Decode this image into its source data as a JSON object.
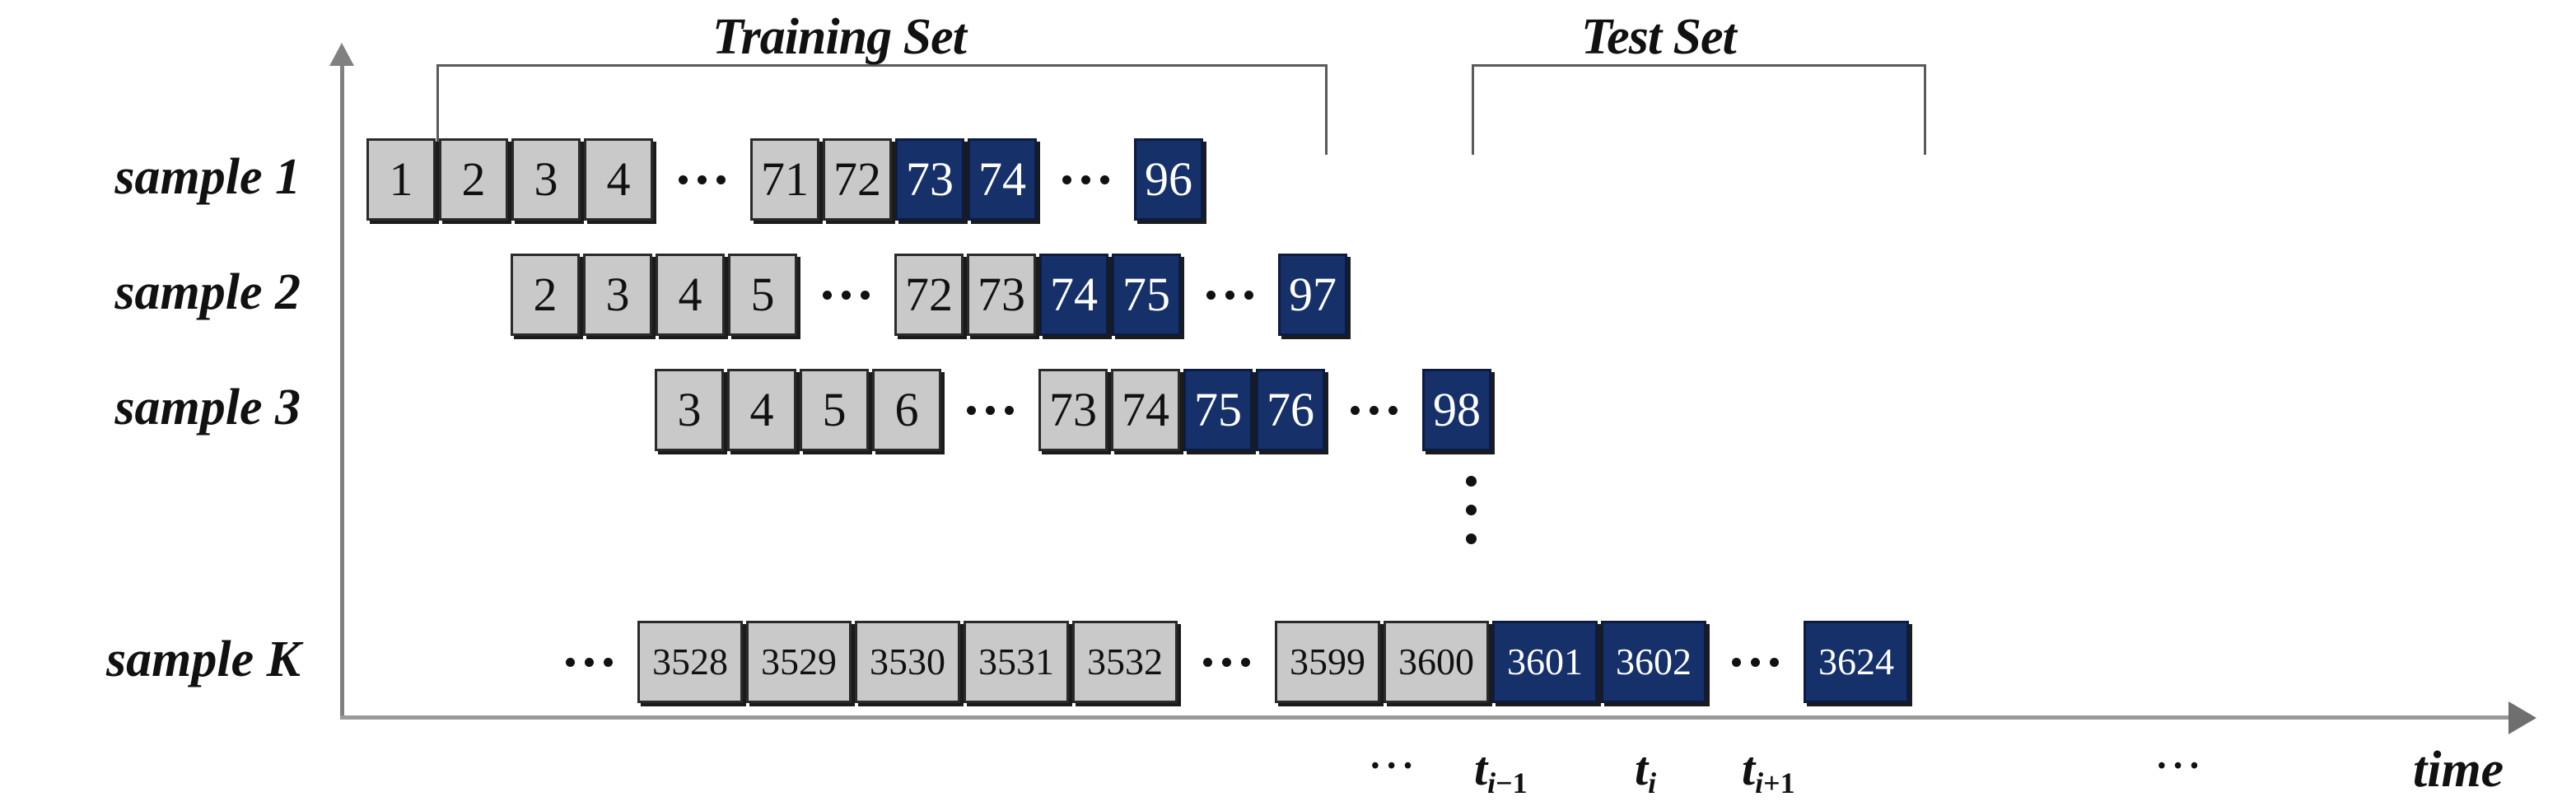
{
  "figure": {
    "axis_label_time": "time",
    "training_set_label": "Training Set",
    "test_set_label": "Test Set",
    "colors": {
      "train_cell": "#c9c9c9",
      "test_cell": "#16306a",
      "cell_border": "#1b1b1b",
      "axis": "#808080",
      "bracket": "#5a5a5a",
      "text": "#111111"
    }
  },
  "rows": [
    {
      "label": "sample 1",
      "cells": [
        {
          "text": "1",
          "kind": "train"
        },
        {
          "text": "2",
          "kind": "train"
        },
        {
          "text": "3",
          "kind": "train"
        },
        {
          "text": "4",
          "kind": "train"
        },
        {
          "text": "…",
          "kind": "ellipsis"
        },
        {
          "text": "71",
          "kind": "train"
        },
        {
          "text": "72",
          "kind": "train"
        },
        {
          "text": "73",
          "kind": "test"
        },
        {
          "text": "74",
          "kind": "test"
        },
        {
          "text": "…",
          "kind": "ellipsis"
        },
        {
          "text": "96",
          "kind": "test"
        }
      ]
    },
    {
      "label": "sample 2",
      "cells": [
        {
          "text": "2",
          "kind": "train"
        },
        {
          "text": "3",
          "kind": "train"
        },
        {
          "text": "4",
          "kind": "train"
        },
        {
          "text": "5",
          "kind": "train"
        },
        {
          "text": "…",
          "kind": "ellipsis"
        },
        {
          "text": "72",
          "kind": "train"
        },
        {
          "text": "73",
          "kind": "train"
        },
        {
          "text": "74",
          "kind": "test"
        },
        {
          "text": "75",
          "kind": "test"
        },
        {
          "text": "…",
          "kind": "ellipsis"
        },
        {
          "text": "97",
          "kind": "test"
        }
      ]
    },
    {
      "label": "sample 3",
      "cells": [
        {
          "text": "3",
          "kind": "train"
        },
        {
          "text": "4",
          "kind": "train"
        },
        {
          "text": "5",
          "kind": "train"
        },
        {
          "text": "6",
          "kind": "train"
        },
        {
          "text": "…",
          "kind": "ellipsis"
        },
        {
          "text": "73",
          "kind": "train"
        },
        {
          "text": "74",
          "kind": "train"
        },
        {
          "text": "75",
          "kind": "test"
        },
        {
          "text": "76",
          "kind": "test"
        },
        {
          "text": "…",
          "kind": "ellipsis"
        },
        {
          "text": "98",
          "kind": "test"
        }
      ]
    },
    {
      "label": "sample K",
      "cells": [
        {
          "text": "…",
          "kind": "ellipsis"
        },
        {
          "text": "3528",
          "kind": "train"
        },
        {
          "text": "3529",
          "kind": "train"
        },
        {
          "text": "3530",
          "kind": "train"
        },
        {
          "text": "3531",
          "kind": "train"
        },
        {
          "text": "3532",
          "kind": "train"
        },
        {
          "text": "…",
          "kind": "ellipsis"
        },
        {
          "text": "3599",
          "kind": "train"
        },
        {
          "text": "3600",
          "kind": "train"
        },
        {
          "text": "3601",
          "kind": "test"
        },
        {
          "text": "3602",
          "kind": "test"
        },
        {
          "text": "…",
          "kind": "ellipsis"
        },
        {
          "text": "3624",
          "kind": "test"
        }
      ]
    }
  ],
  "time_ticks": [
    {
      "base": "…",
      "sub_op": "",
      "sub_num": ""
    },
    {
      "base": "t",
      "sub_op": "−",
      "sub_num": "1",
      "sub_var": "i"
    },
    {
      "base": "t",
      "sub_op": "",
      "sub_num": "",
      "sub_var": "i"
    },
    {
      "base": "t",
      "sub_op": "+",
      "sub_num": "1",
      "sub_var": "i"
    },
    {
      "base": "…",
      "sub_op": "",
      "sub_num": ""
    }
  ]
}
